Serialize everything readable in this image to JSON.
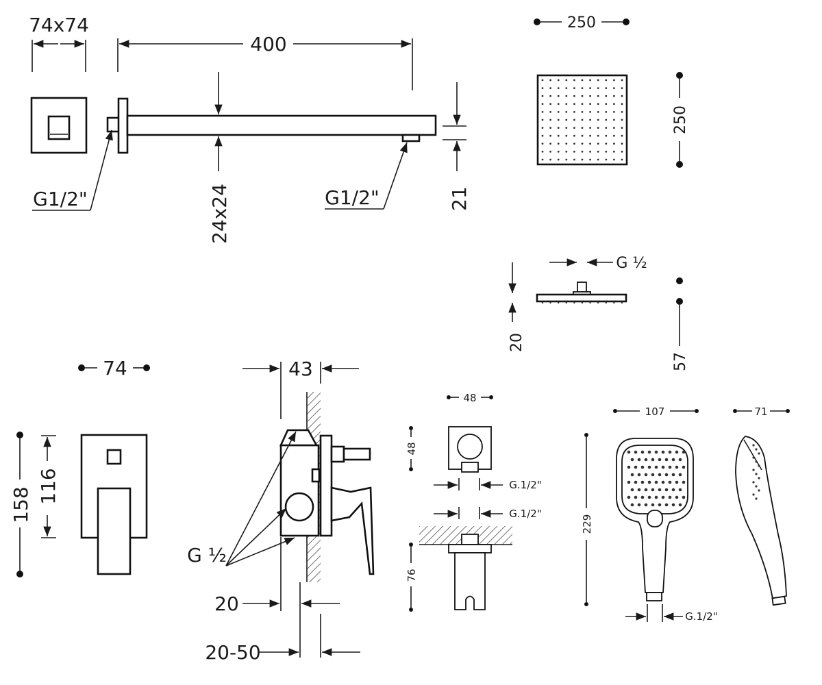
{
  "labels": {
    "wall_plate_size": "74x74",
    "arm_length": "400",
    "inlet_left": "G1/2\"",
    "arm_section": "24x24",
    "outlet_arm": "G1/2\"",
    "arm_height": "21",
    "head_width": "250",
    "head_depth": "250",
    "head_thread": "G ½",
    "head_thickness": "20",
    "head_total": "57",
    "mixer_width": "74",
    "mixer_height": "158",
    "mixer_inner": "116",
    "body_depth": "43",
    "body_thread": "G ½",
    "body_offset": "20",
    "body_range": "20-50",
    "holder_width": "48",
    "holder_height": "48",
    "holder_thread_a": "G.1/2\"",
    "holder_thread_b": "G.1/2\"",
    "holder_depth": "76",
    "hand_width": "107",
    "hand_depth": "71",
    "hand_length": "229",
    "hand_thread": "G.1/2\""
  },
  "colors": {
    "line": "#1a1a1a",
    "background": "#ffffff"
  }
}
